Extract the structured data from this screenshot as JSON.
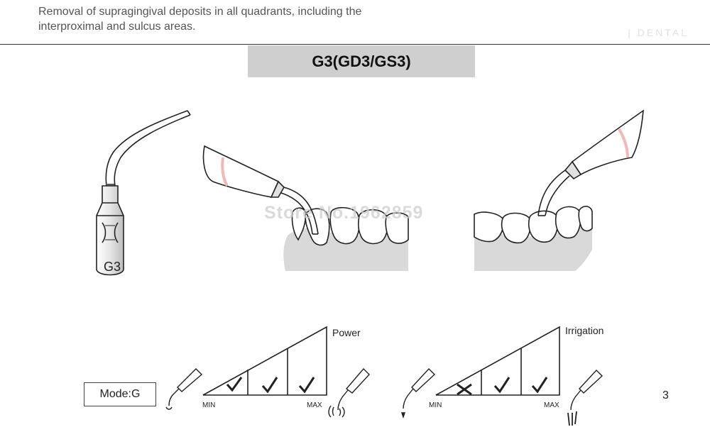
{
  "intro": {
    "line1": "Removal of supragingival deposits in all quadrants, including the",
    "line2": "interproximal and sulcus areas."
  },
  "header_ghost": "| DENTAL",
  "title": "G3(GD3/GS3)",
  "tip_label": "G3",
  "watermark": "Store No.1962859",
  "mode": "Mode:G",
  "power_scale": {
    "label": "Power",
    "min_label": "MIN",
    "max_label": "MAX",
    "segments": [
      "check",
      "check",
      "check"
    ]
  },
  "irrigation_scale": {
    "label": "Irrigation",
    "min_label": "MIN",
    "max_label": "MAX",
    "segments": [
      "cross",
      "check",
      "check"
    ]
  },
  "page_number": "3",
  "colors": {
    "title_bar": "#cfcfcf",
    "gum": "#d9d9d9",
    "line": "#222222"
  }
}
